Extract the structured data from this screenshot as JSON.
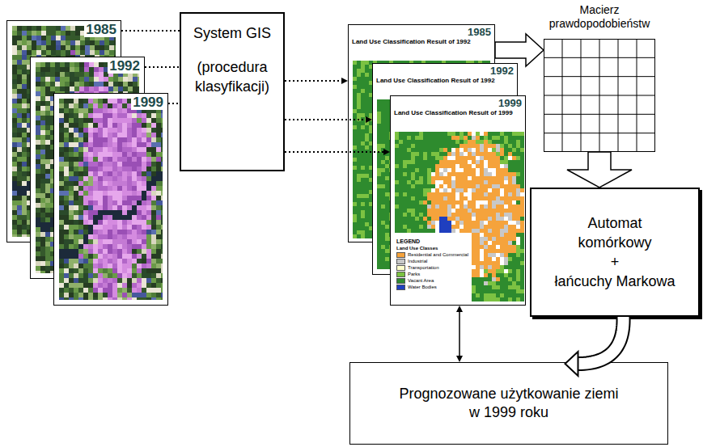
{
  "diagram": {
    "nodes": [
      {
        "text": [
          "1985"
        ]
      },
      {
        "text": [
          "1992"
        ]
      },
      {
        "text": [
          "1999"
        ]
      },
      {
        "text": [
          "System GIS",
          "(procedura klasyfikacji)"
        ]
      },
      {
        "text": [
          "1985",
          "Land Use Classification Result of 1992"
        ]
      },
      {
        "text": [
          "1992",
          "Land Use Classification Result of 1992"
        ]
      },
      {
        "text": [
          "1999",
          "Land Use Classification Result of 1999"
        ]
      },
      {
        "text": [
          "Macierz prawdopodobieństw"
        ]
      },
      {
        "text": [
          "Automat komórkowy",
          "+",
          "łańcuchy Markowa"
        ]
      },
      {
        "text": [
          "Prognozowane użytkowanie ziemi w 1999 roku"
        ]
      }
    ],
    "edges": [
      {
        "from": 0,
        "to": 3,
        "arrow": "none"
      },
      {
        "from": 1,
        "to": 3,
        "arrow": "none"
      },
      {
        "from": 2,
        "to": 3,
        "arrow": "none"
      },
      {
        "from": 3,
        "to": 4,
        "arrow": "to"
      },
      {
        "from": 3,
        "to": 5,
        "arrow": "to"
      },
      {
        "from": 3,
        "to": 6,
        "arrow": "to"
      },
      {
        "from": 4,
        "to": 7,
        "arrow": "to"
      },
      {
        "from": 7,
        "to": 8,
        "arrow": "to"
      },
      {
        "from": 8,
        "to": 9,
        "arrow": "to"
      },
      {
        "from": 6,
        "to": 9,
        "arrow": "both"
      }
    ],
    "labels": [
      "LEGEND",
      "Land Use Classes"
    ],
    "legend": [
      {
        "text": "Residential and Commercial",
        "color": "#f5a33c"
      },
      {
        "text": "Industrial",
        "color": "#c8c8c8"
      },
      {
        "text": "Transportation",
        "color": "#ffffcc"
      },
      {
        "text": "Parks",
        "color": "#7cc242"
      },
      {
        "text": "Vacant Area",
        "color": "#2e8b2e"
      },
      {
        "text": "Water Bodies",
        "color": "#1f3fbf"
      }
    ]
  }
}
